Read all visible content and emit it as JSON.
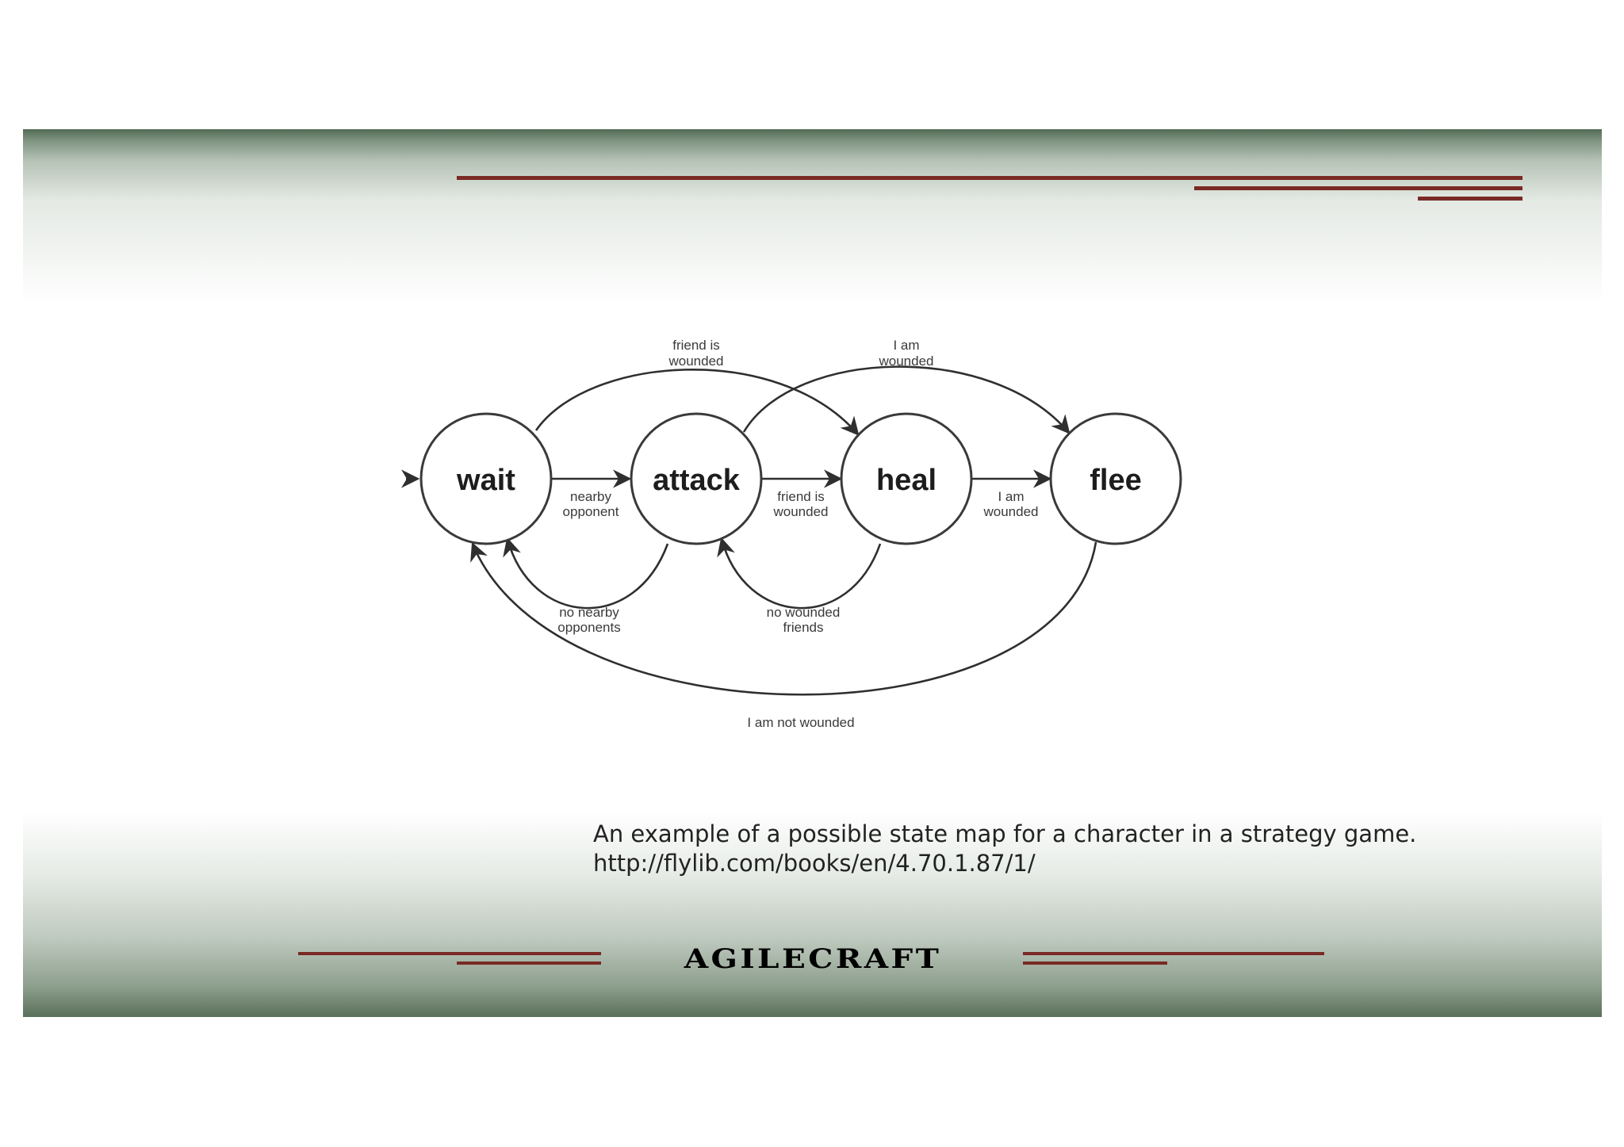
{
  "diagram": {
    "nodes": [
      {
        "id": "wait",
        "label": "wait"
      },
      {
        "id": "attack",
        "label": "attack"
      },
      {
        "id": "heal",
        "label": "heal"
      },
      {
        "id": "flee",
        "label": "flee"
      }
    ],
    "edges": [
      {
        "from": "wait",
        "to": "attack",
        "label": [
          "nearby",
          "opponent"
        ]
      },
      {
        "from": "attack",
        "to": "heal",
        "label": [
          "friend is",
          "wounded"
        ]
      },
      {
        "from": "heal",
        "to": "flee",
        "label": [
          "I am",
          "wounded"
        ]
      },
      {
        "from": "wait",
        "to": "heal",
        "label": [
          "friend is",
          "wounded"
        ]
      },
      {
        "from": "attack",
        "to": "flee",
        "label": [
          "I am",
          "wounded"
        ]
      },
      {
        "from": "attack",
        "to": "wait",
        "label": [
          "no nearby",
          "opponents"
        ]
      },
      {
        "from": "heal",
        "to": "attack",
        "label": [
          "no wounded",
          "friends"
        ]
      },
      {
        "from": "flee",
        "to": "wait",
        "label": [
          "I am not wounded"
        ]
      }
    ]
  },
  "caption": {
    "line1": "An example of a possible state map for a character in a strategy game.",
    "line2": "http://flylib.com/books/en/4.70.1.87/1/"
  },
  "logo": {
    "text": "AGILECRAFT"
  },
  "colors": {
    "accent_rule": "#7a2a25",
    "band_green": "#536b55"
  }
}
